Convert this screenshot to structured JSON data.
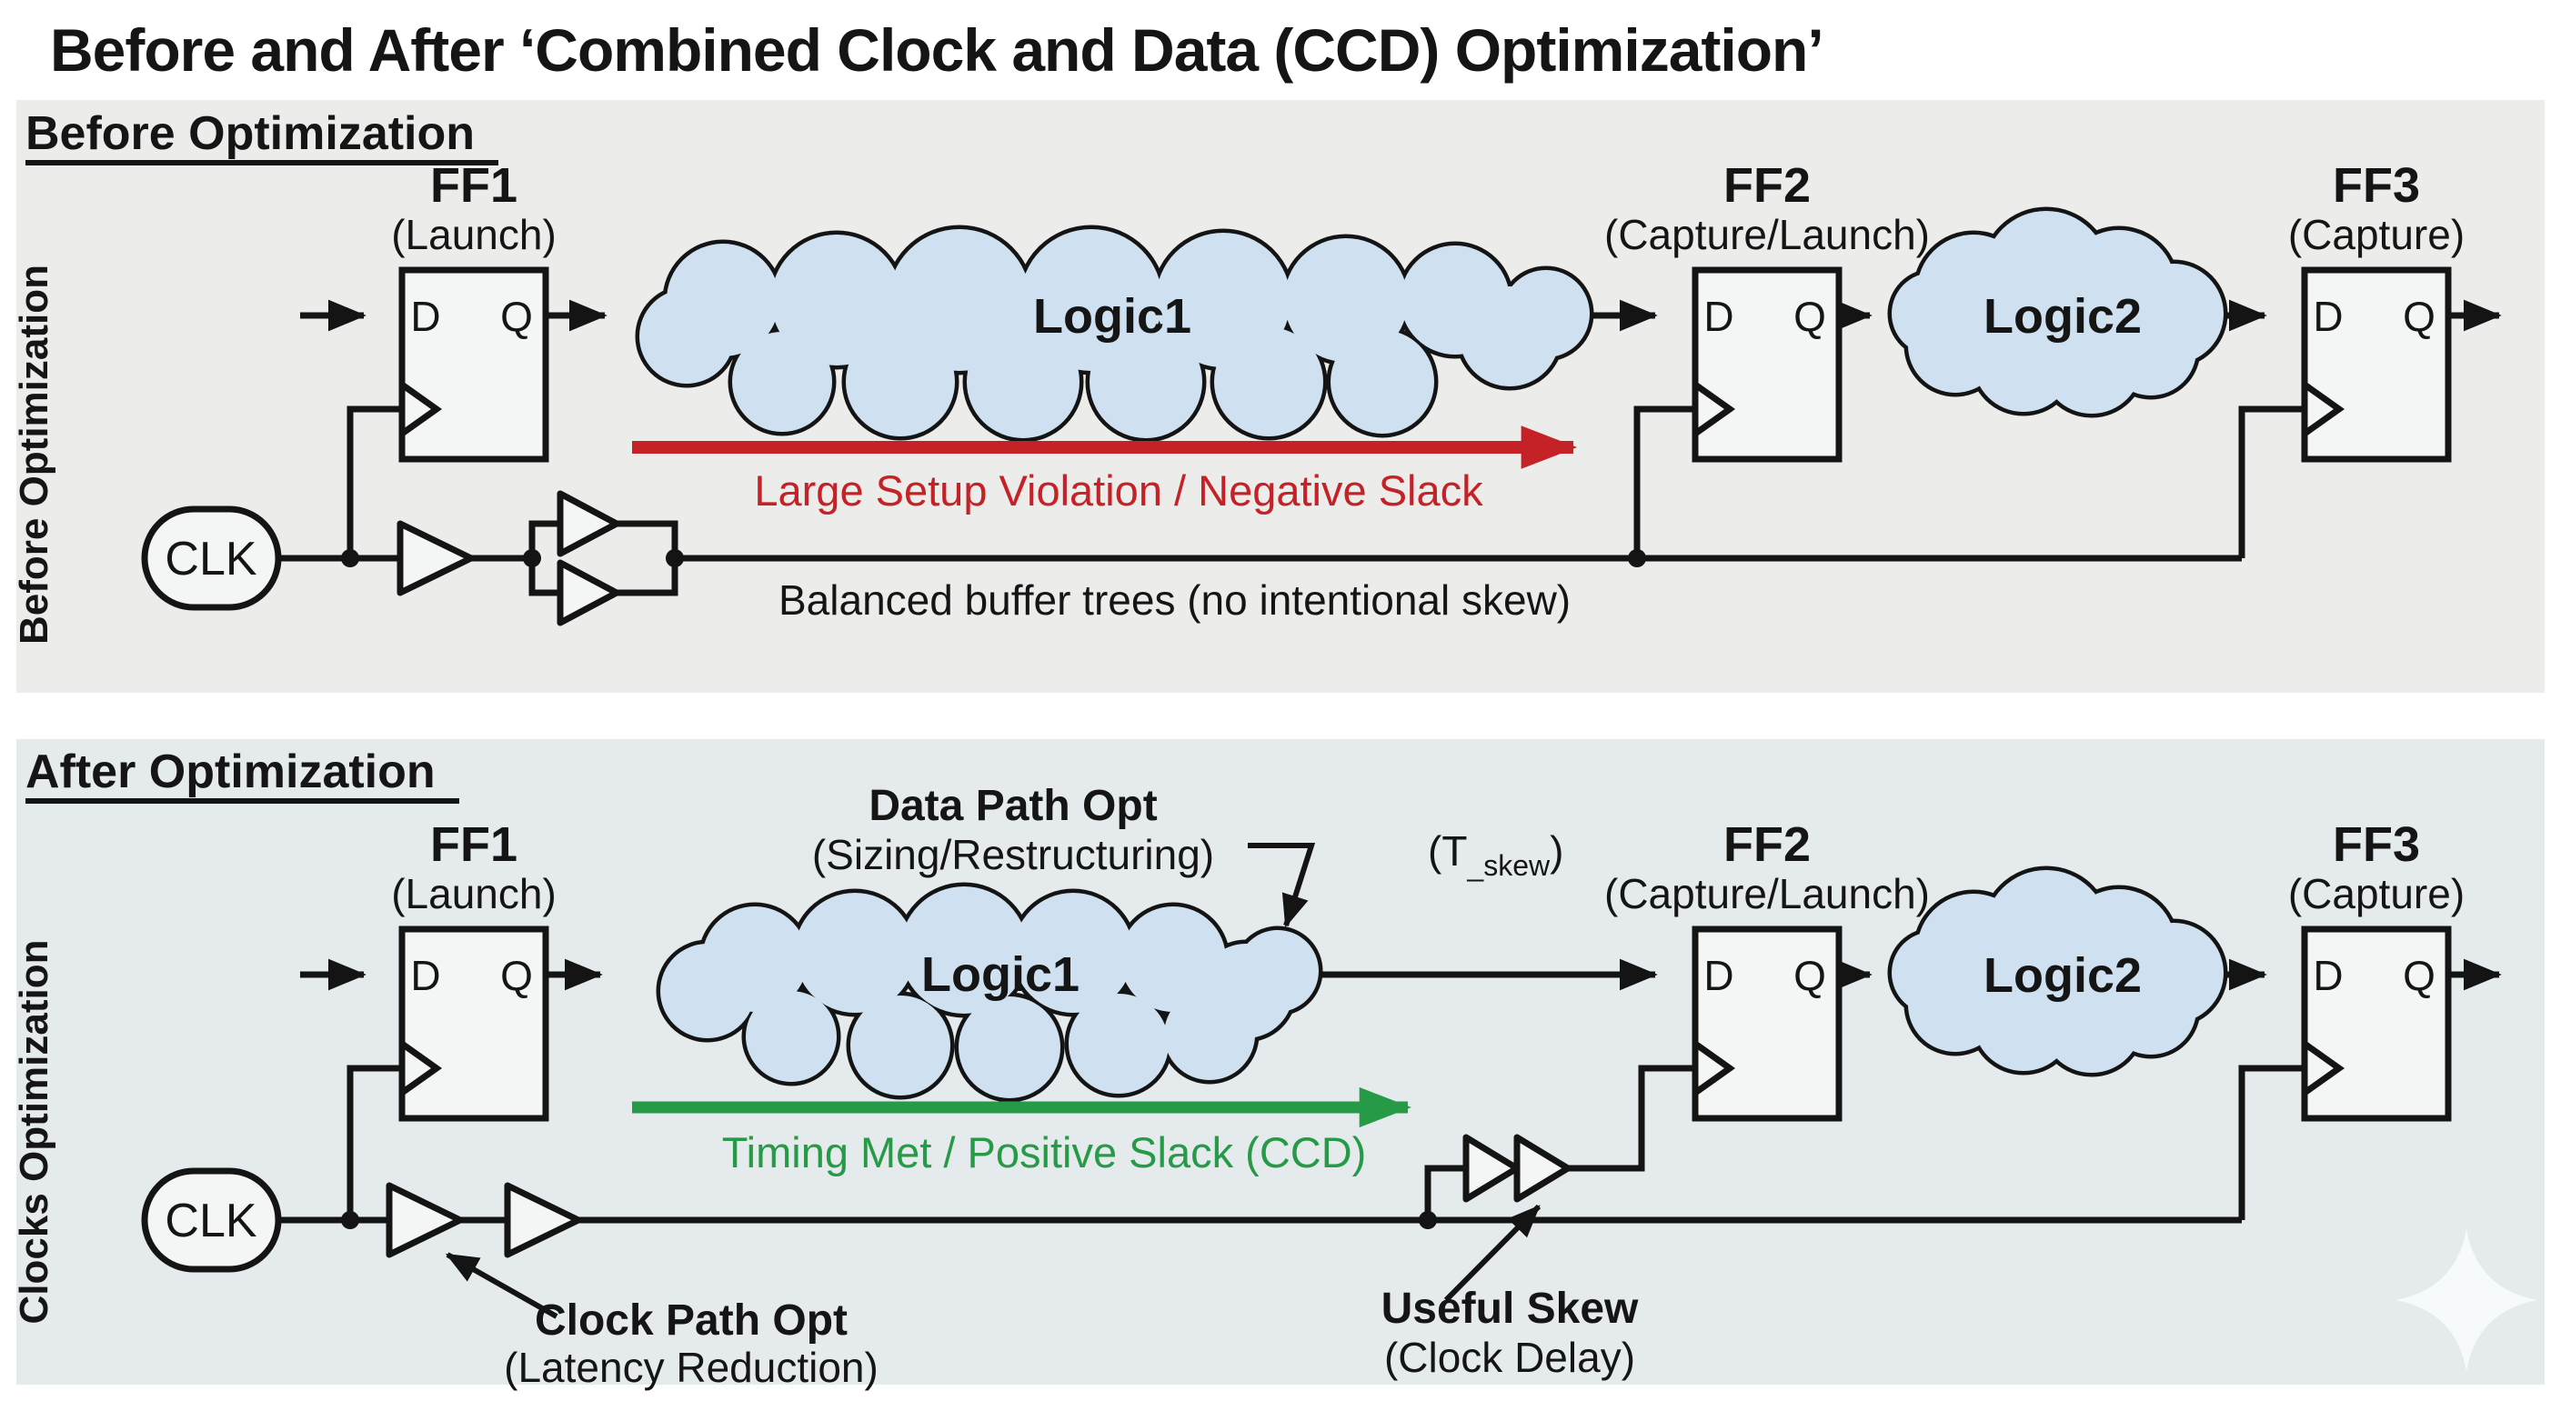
{
  "title": "Before and After  ‘Combined Clock and Data (CCD) Optimization’",
  "colors": {
    "red": "#c42227",
    "green": "#279a47",
    "cloud_fill": "#cfe1f1",
    "before_bg": "#ececeb",
    "after_bg": "#e5ebec"
  },
  "before": {
    "heading": "Before Optimization",
    "side_label": "Before Optimization",
    "clk_label": "CLK",
    "logic1_label": "Logic1",
    "logic2_label": "Logic2",
    "ff1": {
      "name": "FF1",
      "role": "(Launch)",
      "d": "D",
      "q": "Q"
    },
    "ff2": {
      "name": "FF2",
      "role": "(Capture/Launch)",
      "d": "D",
      "q": "Q"
    },
    "ff3": {
      "name": "FF3",
      "role": "(Capture)",
      "d": "D",
      "q": "Q"
    },
    "violation_label": "Large Setup Violation / Negative Slack",
    "buffers_note": "Balanced buffer trees (no intentional skew)"
  },
  "after": {
    "heading": "After Optimization",
    "side_label": "Clocks Optimization",
    "clk_label": "CLK",
    "logic1_label": "Logic1",
    "logic2_label": "Logic2",
    "ff1": {
      "name": "FF1",
      "role": "(Launch)",
      "d": "D",
      "q": "Q"
    },
    "ff2": {
      "name": "FF2",
      "role": "(Capture/Launch)",
      "d": "D",
      "q": "Q"
    },
    "ff3": {
      "name": "FF3",
      "role": "(Capture)",
      "d": "D",
      "q": "Q"
    },
    "data_path_opt": {
      "title": "Data Path Opt",
      "subtitle": "(Sizing/Restructuring)"
    },
    "tskew": {
      "open": "(T",
      "sub": "_skew",
      "close": ")"
    },
    "slack_label": "Timing Met / Positive Slack (CCD)",
    "clock_path_opt": {
      "title": "Clock Path Opt",
      "subtitle": "(Latency Reduction)"
    },
    "useful_skew": {
      "title": "Useful Skew",
      "subtitle": "(Clock Delay)"
    }
  }
}
